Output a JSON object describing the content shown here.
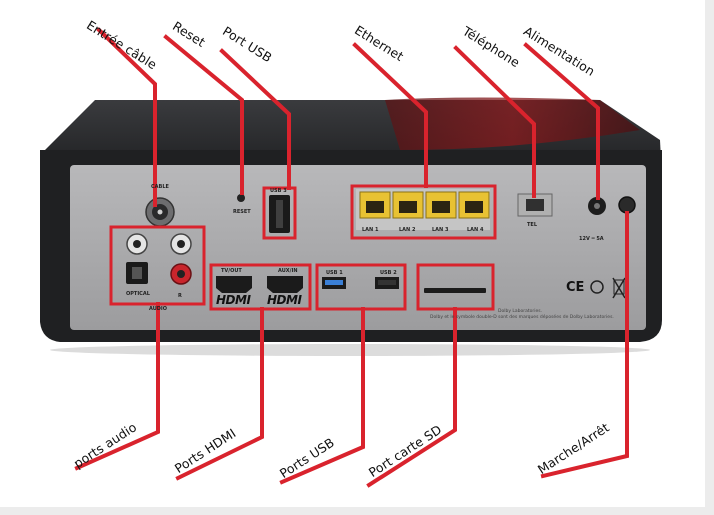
{
  "callouts": {
    "entree_cable": "Entrée câble",
    "reset": "Reset",
    "port_usb_top": "Port USB",
    "ethernet": "Ethernet",
    "telephone": "Téléphone",
    "alimentation": "Alimentation",
    "ports_audio": "ports audio",
    "ports_hdmi": "Ports HDMI",
    "ports_usb": "Ports USB",
    "port_carte_sd": "Port carte SD",
    "marche_arret": "Marche/Arrêt"
  },
  "device_labels": {
    "cable": "CABLE",
    "reset": "RESET",
    "usb3": "USB 3",
    "lan1": "LAN 1",
    "lan2": "LAN 2",
    "lan3": "LAN 3",
    "lan4": "LAN 4",
    "tel": "TEL",
    "power": "12V ═ 5A",
    "optical": "OPTICAL",
    "r": "R",
    "audio": "AUDIO",
    "tvout": "TV/OUT",
    "auxin": "AUX/IN",
    "hdmi": "HDMI",
    "usb1": "USB 1",
    "usb2": "USB 2",
    "ce": "CE",
    "dolby_line1": "Dolby Laboratories.",
    "dolby_line2": "Dolby et le symbole double-D sont des marques déposées de Dolby Laboratories."
  },
  "colors": {
    "callout_red": "#d9232d",
    "lan_yellow": "#e8c233",
    "panel_grey": "#a9a9ab",
    "case_dark": "#232426"
  }
}
